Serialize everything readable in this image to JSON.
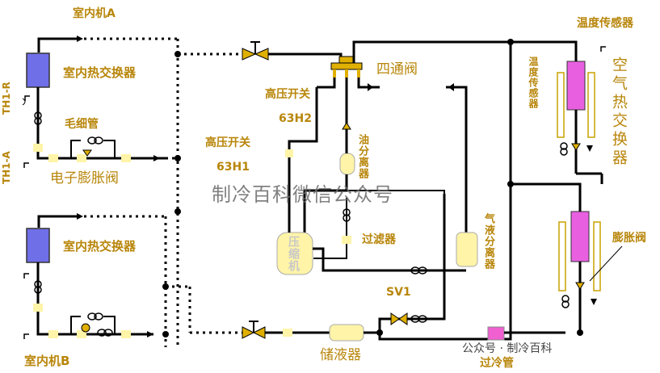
{
  "labels": {
    "unit_a": "室内机A",
    "unit_b": "室内机B",
    "hx_a": "室内热交换器",
    "hx_b": "室内热交换器",
    "capillary": "毛细管",
    "eev": "电子膨胀阀",
    "th1r": "TH1-R",
    "th1a": "TH1-A",
    "hp1": "高压开关",
    "hp1_code": "63H1",
    "hp2": "高压开关",
    "hp2_code": "63H2",
    "four_way": "四通阀",
    "oil_sep": "油分离器",
    "filter": "过滤器",
    "compressor": "压缩机",
    "gas_liq_sep": "气液分离器",
    "sv1": "SV1",
    "receiver": "储液器",
    "subcooler": "过冷管",
    "temp_sensor": "温度传感器",
    "temp_sensor_v": "温度传感器",
    "air_hx": "空气热交换器",
    "exp_valve": "膨胀阀"
  },
  "watermark": "制冷百科微信公众号",
  "watermark2": "公众号 · 制冷百科",
  "colors": {
    "pipe": "#000000",
    "label": "#b8860b",
    "yellow": "#fff4a8",
    "blue_hx": "#6f6fe8",
    "pink_hx": "#e860e0",
    "subcooler": "#f060d0"
  }
}
